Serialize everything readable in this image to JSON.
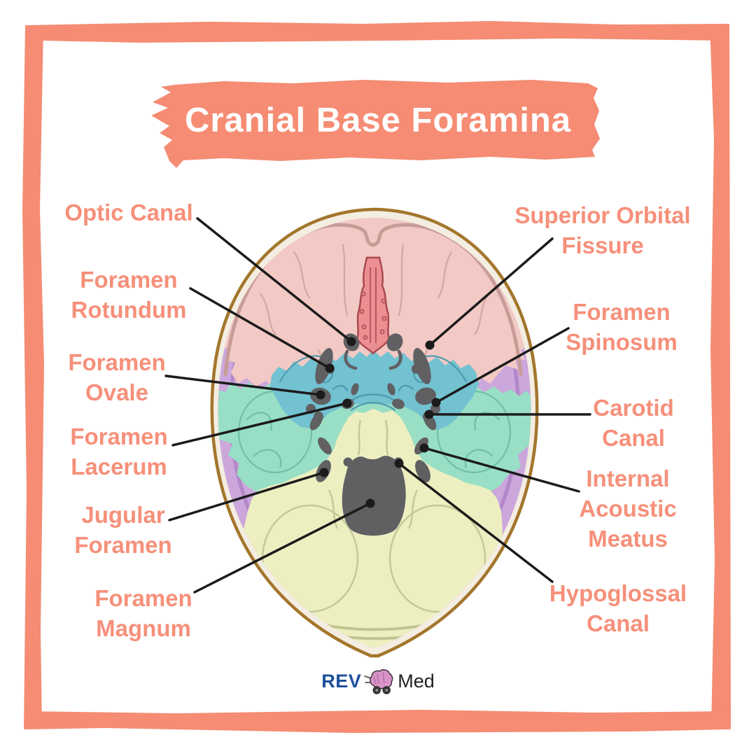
{
  "title": "Cranial Base Foramina",
  "labels": {
    "left": [
      {
        "id": "optic-canal",
        "lines": [
          "Optic Canal"
        ]
      },
      {
        "id": "foramen-rotundum",
        "lines": [
          "Foramen",
          "Rotundum"
        ]
      },
      {
        "id": "foramen-ovale",
        "lines": [
          "Foramen",
          "Ovale"
        ]
      },
      {
        "id": "foramen-lacerum",
        "lines": [
          "Foramen",
          "Lacerum"
        ]
      },
      {
        "id": "jugular-foramen",
        "lines": [
          "Jugular",
          "Foramen"
        ]
      },
      {
        "id": "foramen-magnum",
        "lines": [
          "Foramen",
          "Magnum"
        ]
      }
    ],
    "right": [
      {
        "id": "superior-orbital-fissure",
        "lines": [
          "Superior Orbital",
          "Fissure"
        ]
      },
      {
        "id": "foramen-spinosum",
        "lines": [
          "Foramen",
          "Spinosum"
        ]
      },
      {
        "id": "carotid-canal",
        "lines": [
          "Carotid",
          "Canal"
        ]
      },
      {
        "id": "internal-acoustic-meatus",
        "lines": [
          "Internal",
          "Acoustic",
          "Meatus"
        ]
      },
      {
        "id": "hypoglossal-canal",
        "lines": [
          "Hypoglossal",
          "Canal"
        ]
      }
    ]
  },
  "logo": {
    "rev": "REV",
    "med": "Med"
  },
  "colors": {
    "coral": "#F58C73",
    "title_text": "#FFFFFF",
    "anterior_fossa_pink": "#F2C9C4",
    "sphenoid_teal": "#72C2D1",
    "middle_fossa_green": "#99DFC5",
    "posterior_fossa_yellow": "#EDEFC1",
    "rim_purple": "#CBA7DC",
    "skull_outline_brown": "#A3762C",
    "foramina_gray": "#606063",
    "leader_line_black": "#1B1B1B",
    "logo_blue": "#1D4F9E",
    "logo_brain_pink": "#D894C6"
  }
}
